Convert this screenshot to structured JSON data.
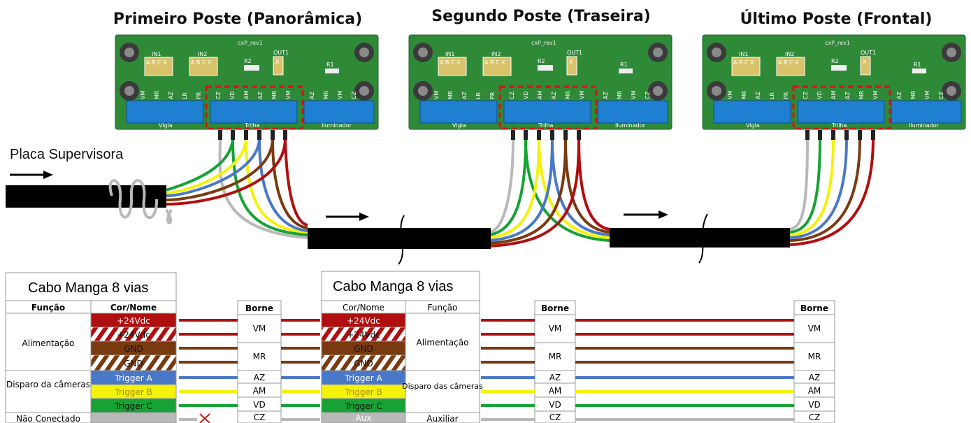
{
  "titles": {
    "pole1": "Primeiro Poste (Panorâmica)",
    "pole2": "Segundo Poste (Traseira)",
    "pole3": "Último Poste (Frontal)"
  },
  "supervisor_label": "Placa Supervisora",
  "pcb": {
    "name": "cxP_rev1",
    "in1": "IN1",
    "in2": "IN2",
    "out1": "OUT1",
    "in_pins": "A B C X",
    "out_pin": "X",
    "r1": "R1",
    "r2": "R2",
    "pins": [
      "VM",
      "MR",
      "AZ",
      "LR",
      "PR",
      "CZ",
      "VD",
      "AM",
      "AZ",
      "MR",
      "VM",
      "AZ",
      "MR",
      "VM",
      "CZ"
    ],
    "block_vigia": "Vigia",
    "block_trigger": "Trilha",
    "block_ilum": "Iluminador"
  },
  "table1": {
    "title": "Cabo Manga 8 vias",
    "col_func": "Função",
    "col_color": "Cor/Nome",
    "groups": [
      "Alimentação",
      "Disparo da câmeras",
      "Não Conectado"
    ],
    "rows": [
      "+24Vdc",
      "+24Vdc",
      "GND",
      "GND",
      "Trigger A",
      "Trigger B",
      "Trigger C",
      ""
    ]
  },
  "table2": {
    "title": "Cabo Manga 8 vias",
    "col_color": "Cor/Nome",
    "col_func": "Função",
    "groups": [
      "Alimentação",
      "Disparo das câmeras",
      "Auxiliar"
    ],
    "rows": [
      "+24Vdc",
      "+24Vdc",
      "GND",
      "GND",
      "Trigger A",
      "Trigger B",
      "Trigger C",
      "Aux"
    ]
  },
  "borne": {
    "header": "Borne",
    "labels": [
      "VM",
      "MR",
      "AZ",
      "AM",
      "VD",
      "CZ"
    ]
  },
  "colors": {
    "red": "#b00f0f",
    "brown": "#7a3a10",
    "blue": "#4a78c8",
    "yellow": "#f2f20a",
    "green": "#16a235",
    "gray": "#b9b9b9",
    "pcb_green": "#2f8a38",
    "pcb_blue": "#1f7fd0"
  }
}
